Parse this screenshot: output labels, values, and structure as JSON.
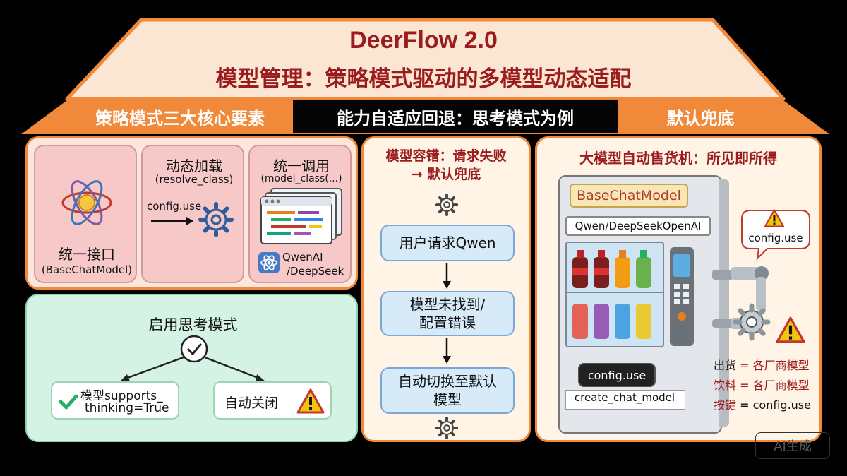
{
  "header": {
    "title": "DeerFlow 2.0",
    "subtitle": "模型管理：策略模式驱动的多模型动态适配"
  },
  "sections": {
    "left_title": "策略模式三大核心要素",
    "middle_title": "能力自适应回退：思考模式为例",
    "right_title": "默认兜底"
  },
  "strategy": {
    "unified_interface_label": "统一接口",
    "unified_interface_sub": "(BaseChatModel)",
    "dynamic_load_label": "动态加载",
    "dynamic_load_sub": "(resolve_class)",
    "config_use": "config.use",
    "unified_call_label": "统一调用",
    "unified_call_sub": "(model_class(...)",
    "providers_line1": "QwenAI",
    "providers_line2": "/DeepSeek"
  },
  "thinking": {
    "title": "启用思考模式",
    "option_supported_line1": "模型supports_",
    "option_supported_line2": "thinking=True",
    "option_auto_close": "自动关闭"
  },
  "fallback": {
    "title_line1": "模型容错：请求失败",
    "title_line2": "→ 默认兜底",
    "step1": "用户请求Qwen",
    "step2_line1": "模型未找到/",
    "step2_line2": "配置错误",
    "step3_line1": "自动切换至默认",
    "step3_line2": "模型"
  },
  "vending": {
    "title": "大模型自动售货机：所见即所得",
    "brand": "BaseChatModel",
    "providers": "Qwen/DeepSeekOpenAI",
    "button": "config.use",
    "bottom": "create_chat_model",
    "bubble": "config.use",
    "legend": [
      {
        "key": "出货",
        "value": "= 各厂商模型"
      },
      {
        "key": "饮料",
        "value": "= 各厂商模型"
      },
      {
        "key": "按键",
        "value": "= config.use"
      }
    ]
  },
  "watermark": "AI生成",
  "colors": {
    "title": "#9b1c1c",
    "accent_orange": "#f08a3a",
    "roof_fill": "#fbe6d3",
    "card_pink": "#f6c8c8",
    "mint": "#d4f3e5",
    "flow_blue": "#d6eaf8"
  },
  "icons": [
    "atom-icon",
    "gear-icon",
    "check-icon",
    "warning-icon",
    "code-window-icon",
    "bottle-icon"
  ]
}
